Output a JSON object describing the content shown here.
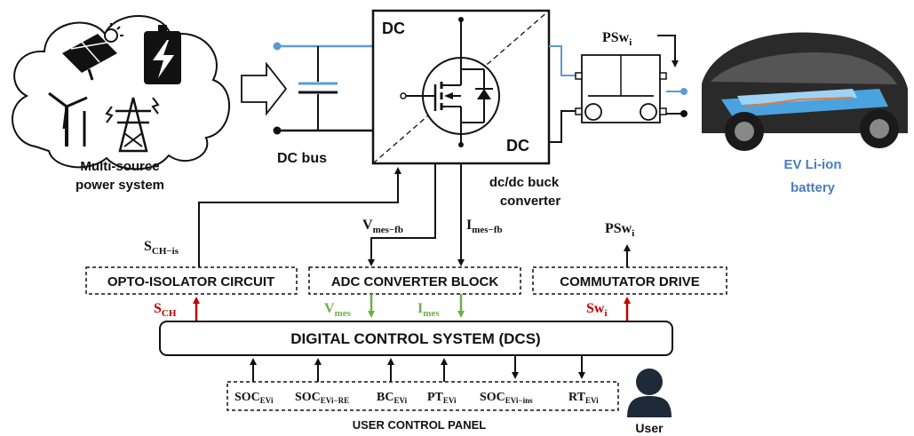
{
  "labels": {
    "source_line1": "Multi-source",
    "source_line2": "power system",
    "dc_bus": "DC bus",
    "conv_dc_top": "DC",
    "conv_dc_bottom": "DC",
    "conv_name_line1": "dc/dc buck",
    "conv_name_line2": "converter",
    "battery_line1": "EV Li-ion",
    "battery_line2": "battery",
    "user": "User",
    "user_panel": "USER CONTROL PANEL"
  },
  "signals": {
    "psw_top": {
      "base": "PSw",
      "sub": "i"
    },
    "psw_out": {
      "base": "PSw",
      "sub": "i"
    },
    "sch_is": {
      "base": "S",
      "sub": "CH−is"
    },
    "vmes_fb": {
      "base": "V",
      "sub": "mes−fb"
    },
    "imes_fb": {
      "base": "I",
      "sub": "mes−fb"
    },
    "sch": {
      "base": "S",
      "sub": "CH"
    },
    "vmes": {
      "base": "V",
      "sub": "mes"
    },
    "imes": {
      "base": "I",
      "sub": "mes"
    },
    "swi": {
      "base": "Sw",
      "sub": "i"
    }
  },
  "blocks": {
    "opto": "OPTO-ISOLATOR CIRCUIT",
    "adc": "ADC CONVERTER BLOCK",
    "commutator": "COMMUTATOR DRIVE",
    "dcs": "DIGITAL CONTROL SYSTEM (DCS)"
  },
  "panel_params": [
    {
      "base": "SOC",
      "sub": "EVi"
    },
    {
      "base": "SOC",
      "sub": "EVi−RE"
    },
    {
      "base": "BC",
      "sub": "EVi"
    },
    {
      "base": "PT",
      "sub": "EVi"
    },
    {
      "base": "SOC",
      "sub": "EVi−ins"
    },
    {
      "base": "RT",
      "sub": "EVi"
    }
  ],
  "colors": {
    "line": "#111111",
    "blue": "#5b9bd5",
    "red": "#c00000",
    "green": "#70ad47",
    "battery_text": "#4a7ebb"
  },
  "icons": [
    "cloud-icon",
    "solar-panel-icon",
    "sun-icon",
    "battery-charge-icon",
    "wind-turbine-icon",
    "power-tower-icon",
    "mosfet-icon",
    "switch-box-icon",
    "ev-car-icon",
    "user-icon"
  ]
}
